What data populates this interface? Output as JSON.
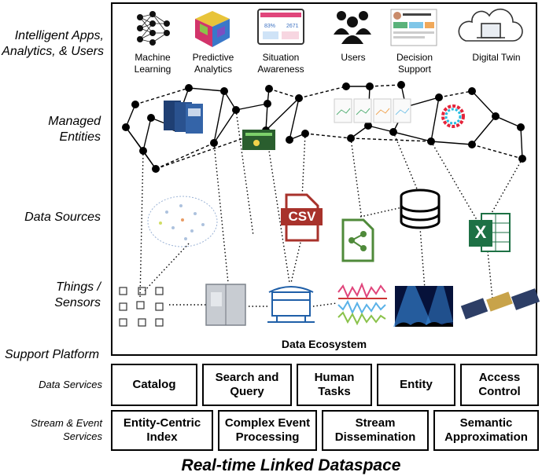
{
  "rows": {
    "apps": "Intelligent Apps, Analytics, & Users",
    "entities": "Managed Entities",
    "sources": "Data Sources",
    "things": "Things / Sensors",
    "platform": "Support Platform",
    "data_services": "Data Services",
    "stream_services": "Stream & Event Services"
  },
  "apps": [
    {
      "label": "Machine Learning",
      "icon": "neural-network-icon"
    },
    {
      "label": "Predictive Analytics",
      "icon": "cube-icon"
    },
    {
      "label": "Situation Awareness",
      "icon": "dashboard-icon"
    },
    {
      "label": "Users",
      "icon": "users-icon"
    },
    {
      "label": "Decision Support",
      "icon": "report-icon"
    },
    {
      "label": "Digital Twin",
      "icon": "cloud-building-icon"
    }
  ],
  "sources": {
    "csv": "CSV",
    "excel": "X"
  },
  "ecosystem_title": "Data Ecosystem",
  "data_services": [
    "Catalog",
    "Search and Query",
    "Human Tasks",
    "Entity",
    "Access Control"
  ],
  "stream_services": [
    "Entity-Centric Index",
    "Complex Event Processing",
    "Stream Dissemination",
    "Semantic Approximation"
  ],
  "footer": "Real-time Linked Dataspace"
}
